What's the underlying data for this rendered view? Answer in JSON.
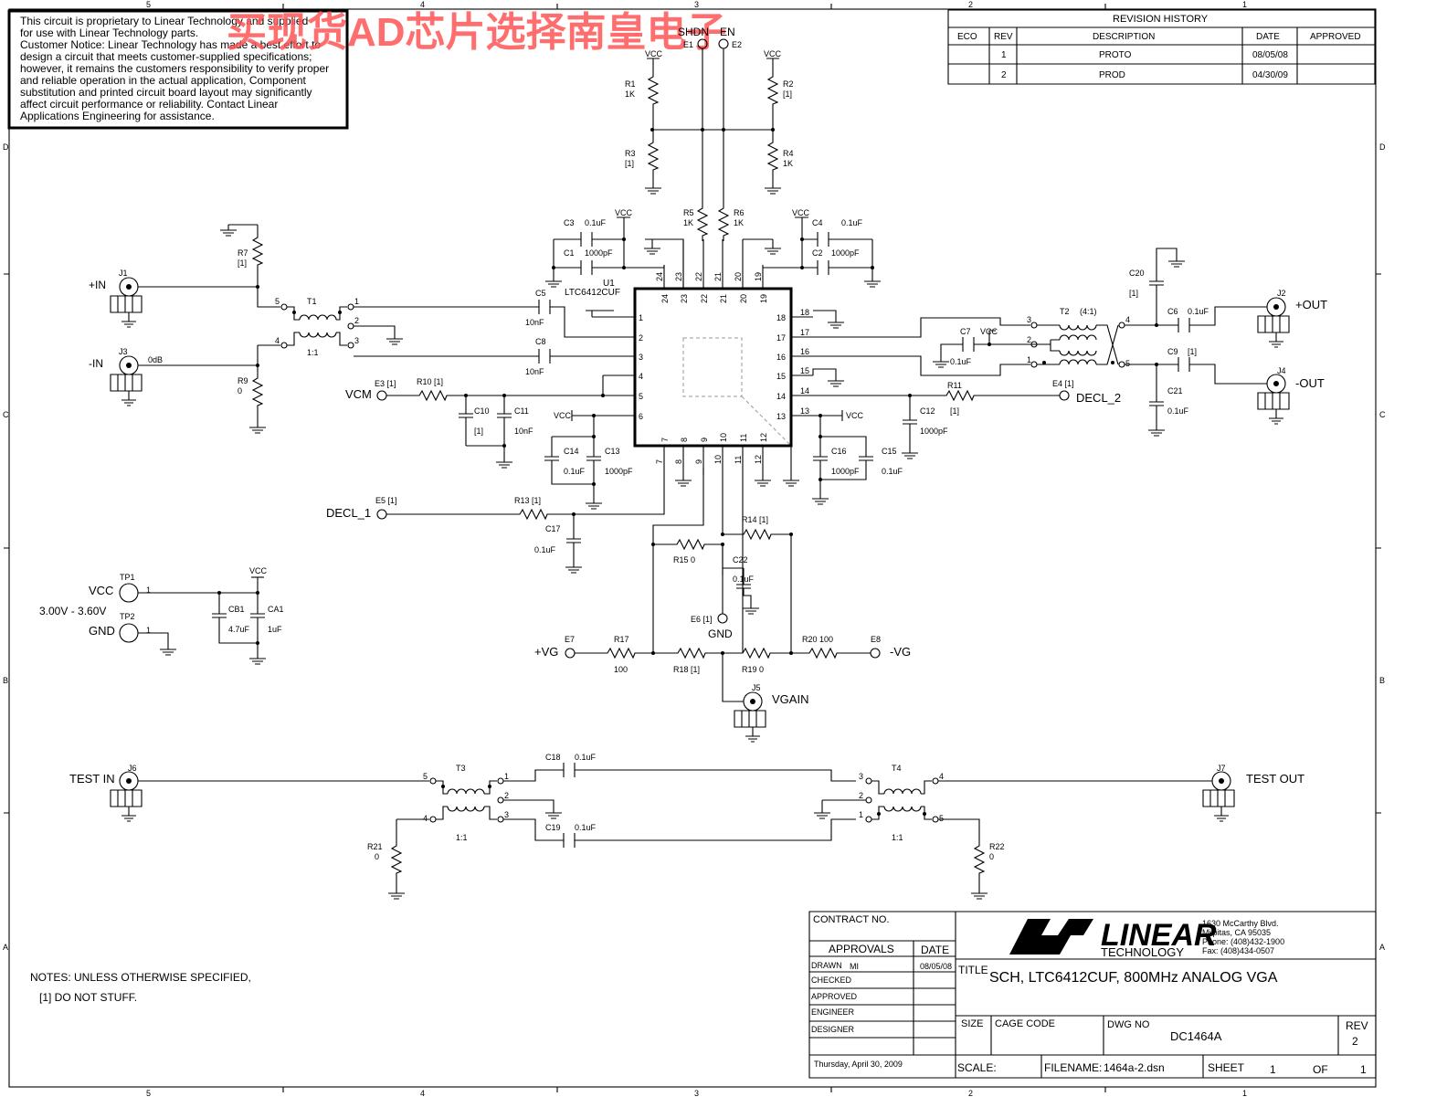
{
  "watermark": "买现货AD芯片选择南皇电子",
  "notice": {
    "lines": [
      "This circuit is proprietary to Linear Technology and supplied",
      "for use with Linear Technology parts.",
      "Customer Notice: Linear Technology has made a best effort to",
      "design a circuit that meets customer-supplied specifications;",
      "however, it remains the customers responsibility to verify proper",
      "and reliable operation in the actual application, Component",
      "substitution and printed circuit board layout may significantly",
      "affect circuit performance or reliability. Contact Linear",
      "Applications Engineering for assistance."
    ]
  },
  "border": {
    "cols": [
      "5",
      "4",
      "3",
      "2",
      "1"
    ],
    "rows": [
      "D",
      "C",
      "B",
      "A"
    ]
  },
  "revision": {
    "title": "REVISION HISTORY",
    "headers": [
      "ECO",
      "REV",
      "DESCRIPTION",
      "DATE",
      "APPROVED"
    ],
    "rows": [
      [
        "",
        "1",
        "PROTO",
        "08/05/08",
        ""
      ],
      [
        "",
        "2",
        "PROD",
        "04/30/09",
        ""
      ]
    ]
  },
  "schematic": {
    "ic": {
      "ref": "U1",
      "part": "LTC6412CUF",
      "left_pins": [
        "1",
        "2",
        "3",
        "4",
        "5",
        "6"
      ],
      "right_pins": [
        "18",
        "17",
        "16",
        "15",
        "14",
        "13"
      ],
      "top_pins": [
        "24",
        "23",
        "22",
        "21",
        "20",
        "19"
      ],
      "bottom_pins": [
        "7",
        "8",
        "9",
        "10",
        "11",
        "12"
      ]
    },
    "signals": {
      "shdn": "SHDN",
      "en": "EN",
      "e1": "E1",
      "e2": "E2",
      "in_p": "+IN",
      "in_n": "-IN",
      "out_p": "+OUT",
      "out_n": "-OUT",
      "vcm": "VCM",
      "decl1": "DECL_1",
      "decl2": "DECL_2",
      "vg_p": "+VG",
      "vg_n": "-VG",
      "vgain": "VGAIN",
      "gnd": "GND",
      "vcc": "VCC",
      "test_in": "TEST IN",
      "test_out": "TEST OUT",
      "supply_range": "3.00V - 3.60V",
      "zero_db": "0dB"
    },
    "refs": {
      "R1": [
        "R1",
        "1K"
      ],
      "R2": [
        "R2",
        "[1]"
      ],
      "R3": [
        "R3",
        "[1]"
      ],
      "R4": [
        "R4",
        "1K"
      ],
      "R5": [
        "R5",
        "1K"
      ],
      "R6": [
        "R6",
        "1K"
      ],
      "R7": [
        "R7",
        "[1]"
      ],
      "R9": [
        "R9",
        "0"
      ],
      "R10": "R10 [1]",
      "R11": "R11",
      "R13": "R13 [1]",
      "R14": "R14 [1]",
      "R15": "R15 0",
      "R17": [
        "R17",
        "100"
      ],
      "R18": "R18 [1]",
      "R19": "R19 0",
      "R20": "R20 100",
      "R21": [
        "R21",
        "0"
      ],
      "R22": [
        "R22",
        "0"
      ],
      "C1": [
        "C1",
        "1000pF"
      ],
      "C2": [
        "C2",
        "1000pF"
      ],
      "C3": [
        "C3",
        "0.1uF"
      ],
      "C4": [
        "C4",
        "0.1uF"
      ],
      "C5": [
        "C5",
        "10nF"
      ],
      "C6": [
        "C6",
        "0.1uF"
      ],
      "C7": [
        "C7",
        "0.1uF"
      ],
      "C8": [
        "C8",
        "10nF"
      ],
      "C9": [
        "C9",
        "[1]"
      ],
      "C10": [
        "C10",
        "[1]"
      ],
      "C11": [
        "C11",
        "10nF"
      ],
      "C12": [
        "C12",
        "[1]",
        "1000pF"
      ],
      "C13": [
        "C13",
        "1000pF"
      ],
      "C14": [
        "C14",
        "0.1uF"
      ],
      "C15": [
        "C15",
        "0.1uF"
      ],
      "C16": [
        "C16",
        "1000pF"
      ],
      "C17": [
        "C17",
        "0.1uF"
      ],
      "C18": [
        "C18",
        "0.1uF"
      ],
      "C19": [
        "C19",
        "0.1uF"
      ],
      "C20": [
        "C20",
        "[1]"
      ],
      "C21": [
        "C21",
        "0.1uF"
      ],
      "C22": [
        "C22",
        "0.1uF"
      ],
      "CB1": [
        "CB1",
        "4.7uF"
      ],
      "CA1": [
        "CA1",
        "1uF"
      ],
      "T1": [
        "T1",
        "1:1"
      ],
      "T2": [
        "T2",
        "(4:1)"
      ],
      "T3": [
        "T3",
        "1:1"
      ],
      "T4": [
        "T4",
        "1:1"
      ],
      "J1": "J1",
      "J2": "J2",
      "J3": "J3",
      "J4": "J4",
      "J5": "J5",
      "J6": "J6",
      "J7": "J7",
      "E3": "E3 [1]",
      "E4": "E4 [1]",
      "E5": "E5 [1]",
      "E6": "E6 [1]",
      "E7": "E7",
      "E8": "E8",
      "TP1": "TP1",
      "TP2": "TP2"
    }
  },
  "notes": {
    "line1": "NOTES: UNLESS OTHERWISE SPECIFIED,",
    "line2": "[1]   DO NOT STUFF."
  },
  "title_block": {
    "contract_no": "CONTRACT NO.",
    "approvals": "APPROVALS",
    "date": "DATE",
    "drawn": "DRAWN",
    "drawn_by": "MI",
    "drawn_date": "08/05/08",
    "checked": "CHECKED",
    "approved": "APPROVED",
    "engineer": "ENGINEER",
    "designer": "DESIGNER",
    "print_date": "Thursday, April 30, 2009",
    "company": "LINEAR",
    "company_sub": "TECHNOLOGY",
    "address": [
      "1630 McCarthy Blvd.",
      "Milpitas, CA 95035",
      "Phone: (408)432-1900",
      "Fax: (408)434-0507"
    ],
    "title_label": "TITLE",
    "title": "SCH, LTC6412CUF, 800MHz ANALOG VGA",
    "size": "SIZE",
    "cage_code": "CAGE CODE",
    "dwg_no": "DWG NO",
    "dwg": "DC1464A",
    "rev_label": "REV",
    "rev": "2",
    "scale": "SCALE:",
    "filename_label": "FILENAME:",
    "filename": "1464a-2.dsn",
    "sheet_label": "SHEET",
    "sheet": "1",
    "of": "OF",
    "total": "1"
  }
}
